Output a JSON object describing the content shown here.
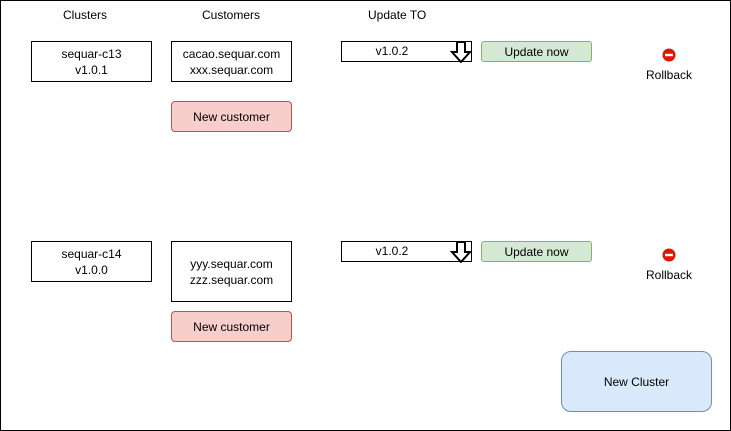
{
  "headers": {
    "clusters": "Clusters",
    "customers": "Customers",
    "update_to": "Update TO"
  },
  "rows": [
    {
      "cluster_name": "sequar-c13",
      "cluster_version": "v1.0.1",
      "customers": [
        "cacao.sequar.com",
        "xxx.sequar.com"
      ],
      "new_customer_label": "New customer",
      "update_version": "v1.0.2",
      "update_now_label": "Update now",
      "rollback_label": "Rollback",
      "rollback_icon": "no-entry-icon"
    },
    {
      "cluster_name": "sequar-c14",
      "cluster_version": "v1.0.0",
      "customers": [
        "yyy.sequar.com",
        "zzz.sequar.com"
      ],
      "new_customer_label": "New customer",
      "update_version": "v1.0.2",
      "update_now_label": "Update now",
      "rollback_label": "Rollback",
      "rollback_icon": "no-entry-icon"
    }
  ],
  "new_cluster_label": "New Cluster",
  "colors": {
    "red_fill": "#f8cecc",
    "red_border": "#b85450",
    "green_fill": "#d5e8d4",
    "green_border": "#82b366",
    "blue_fill": "#dae8fc",
    "blue_border": "#6c8ebf",
    "rollback_icon": "#e51400"
  }
}
